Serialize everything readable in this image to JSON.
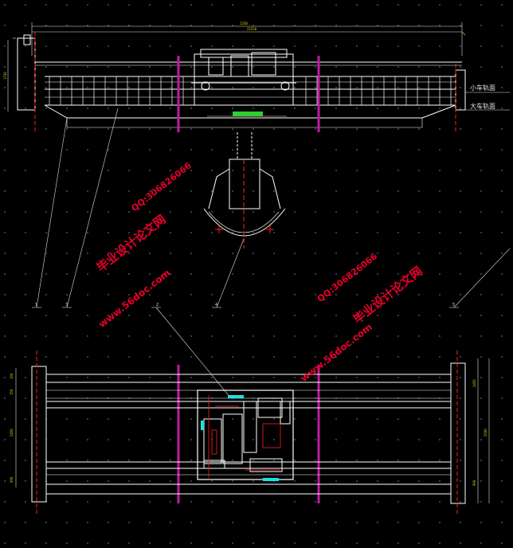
{
  "drawing": {
    "top_dimension": "2250",
    "top_sub_dimension": "22550",
    "left_height": "1700",
    "rail_labels": {
      "trolley_rail": "小车轨面",
      "crane_rail": "大车轨面"
    },
    "leader_numbers": [
      "1",
      "2",
      "3",
      "4",
      "5"
    ],
    "plan_dims_left": [
      "100",
      "150",
      "2450",
      "990"
    ],
    "plan_dims_right": [
      "2450",
      "2500",
      "990"
    ]
  },
  "watermarks": {
    "site_cn": "毕业设计论文网",
    "site_url": "www.56doc.com",
    "qq": "QQ:306826066"
  },
  "colors": {
    "background": "#000000",
    "structure": "#ffffff",
    "column": "#c01ba0",
    "red": "#ff2020",
    "cyan": "#20e0e0",
    "yellow": "#d8d800",
    "green": "#30d030",
    "watermark": "#e8002a",
    "dot": "#4a6a9a"
  }
}
